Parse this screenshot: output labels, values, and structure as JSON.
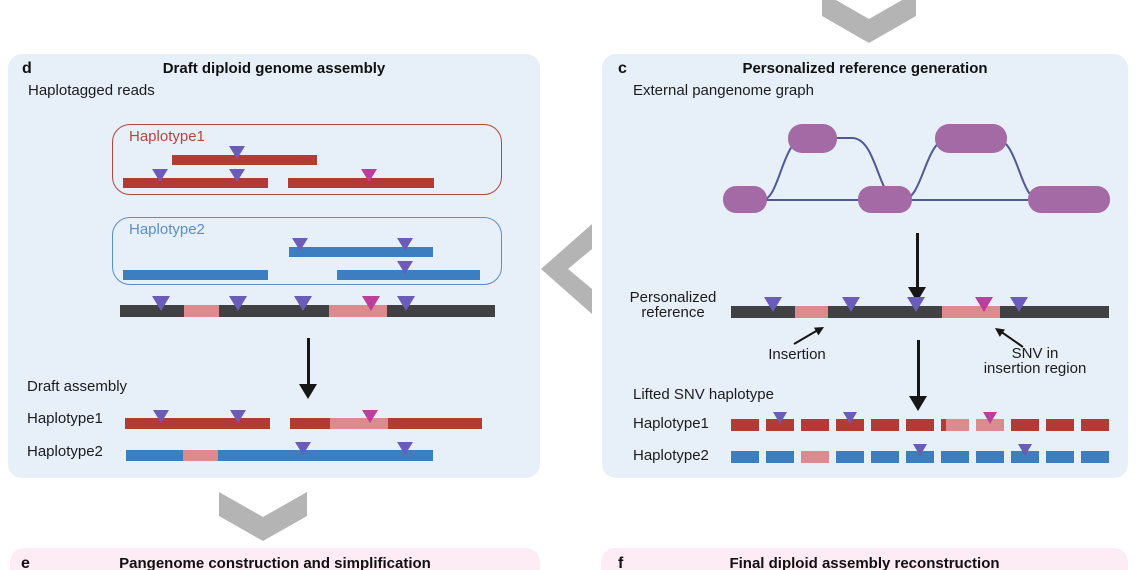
{
  "colors": {
    "panel_blue_bg": "#e7eff9",
    "panel_pink_bg": "#fdecf3",
    "read_red": "#b23b33",
    "read_blue": "#3d7ec0",
    "insertion_pink": "#dd8a8e",
    "reference_dark": "#414042",
    "snv_purple": "#6a5cb8",
    "snv_magenta": "#bb3f9b",
    "node_purple": "#a36aa5",
    "graph_edge": "#4d5a96",
    "chevron_gray": "#b4b4b4",
    "hap1_accent": "#b5473f",
    "hap2_accent": "#5b8fc9"
  },
  "panel_d": {
    "letter": "d",
    "title": "Draft diploid genome assembly",
    "reads_label": "Haplotagged reads",
    "hap1_box_label": "Haplotype1",
    "hap2_box_label": "Haplotype2",
    "draft_label": "Draft assembly",
    "draft_hap1_label": "Haplotype1",
    "draft_hap2_label": "Haplotype2"
  },
  "panel_c": {
    "letter": "c",
    "title": "Personalized reference generation",
    "graph_label": "External pangenome graph",
    "ref_label_line1": "Personalized",
    "ref_label_line2": "reference",
    "insertion_annotation": "Insertion",
    "snv_annotation_line1": "SNV in",
    "snv_annotation_line2": "insertion region",
    "lifted_label": "Lifted SNV haplotype",
    "hap1_label": "Haplotype1",
    "hap2_label": "Haplotype2",
    "lifted_hap1_segments": [
      {
        "color": "red",
        "marker": null
      },
      {
        "color": "red",
        "marker": "purple"
      },
      {
        "color": "red",
        "marker": null
      },
      {
        "color": "red",
        "marker": "purple"
      },
      {
        "color": "red",
        "marker": null
      },
      {
        "color": "red",
        "marker": null
      },
      {
        "color": "ins-partial",
        "marker": null
      },
      {
        "color": "ins",
        "marker": "magenta"
      },
      {
        "color": "red",
        "marker": null
      },
      {
        "color": "red",
        "marker": null
      },
      {
        "color": "red",
        "marker": null
      }
    ],
    "lifted_hap2_segments": [
      {
        "color": "blue",
        "marker": null
      },
      {
        "color": "blue",
        "marker": null
      },
      {
        "color": "ins",
        "marker": null
      },
      {
        "color": "blue",
        "marker": null
      },
      {
        "color": "blue",
        "marker": null
      },
      {
        "color": "blue",
        "marker": "purple"
      },
      {
        "color": "blue",
        "marker": null
      },
      {
        "color": "blue",
        "marker": null
      },
      {
        "color": "blue",
        "marker": "purple"
      },
      {
        "color": "blue",
        "marker": null
      },
      {
        "color": "blue",
        "marker": null
      }
    ]
  },
  "panel_e": {
    "letter": "e",
    "title": "Pangenome construction and simplification"
  },
  "panel_f": {
    "letter": "f",
    "title": "Final diploid assembly reconstruction"
  }
}
